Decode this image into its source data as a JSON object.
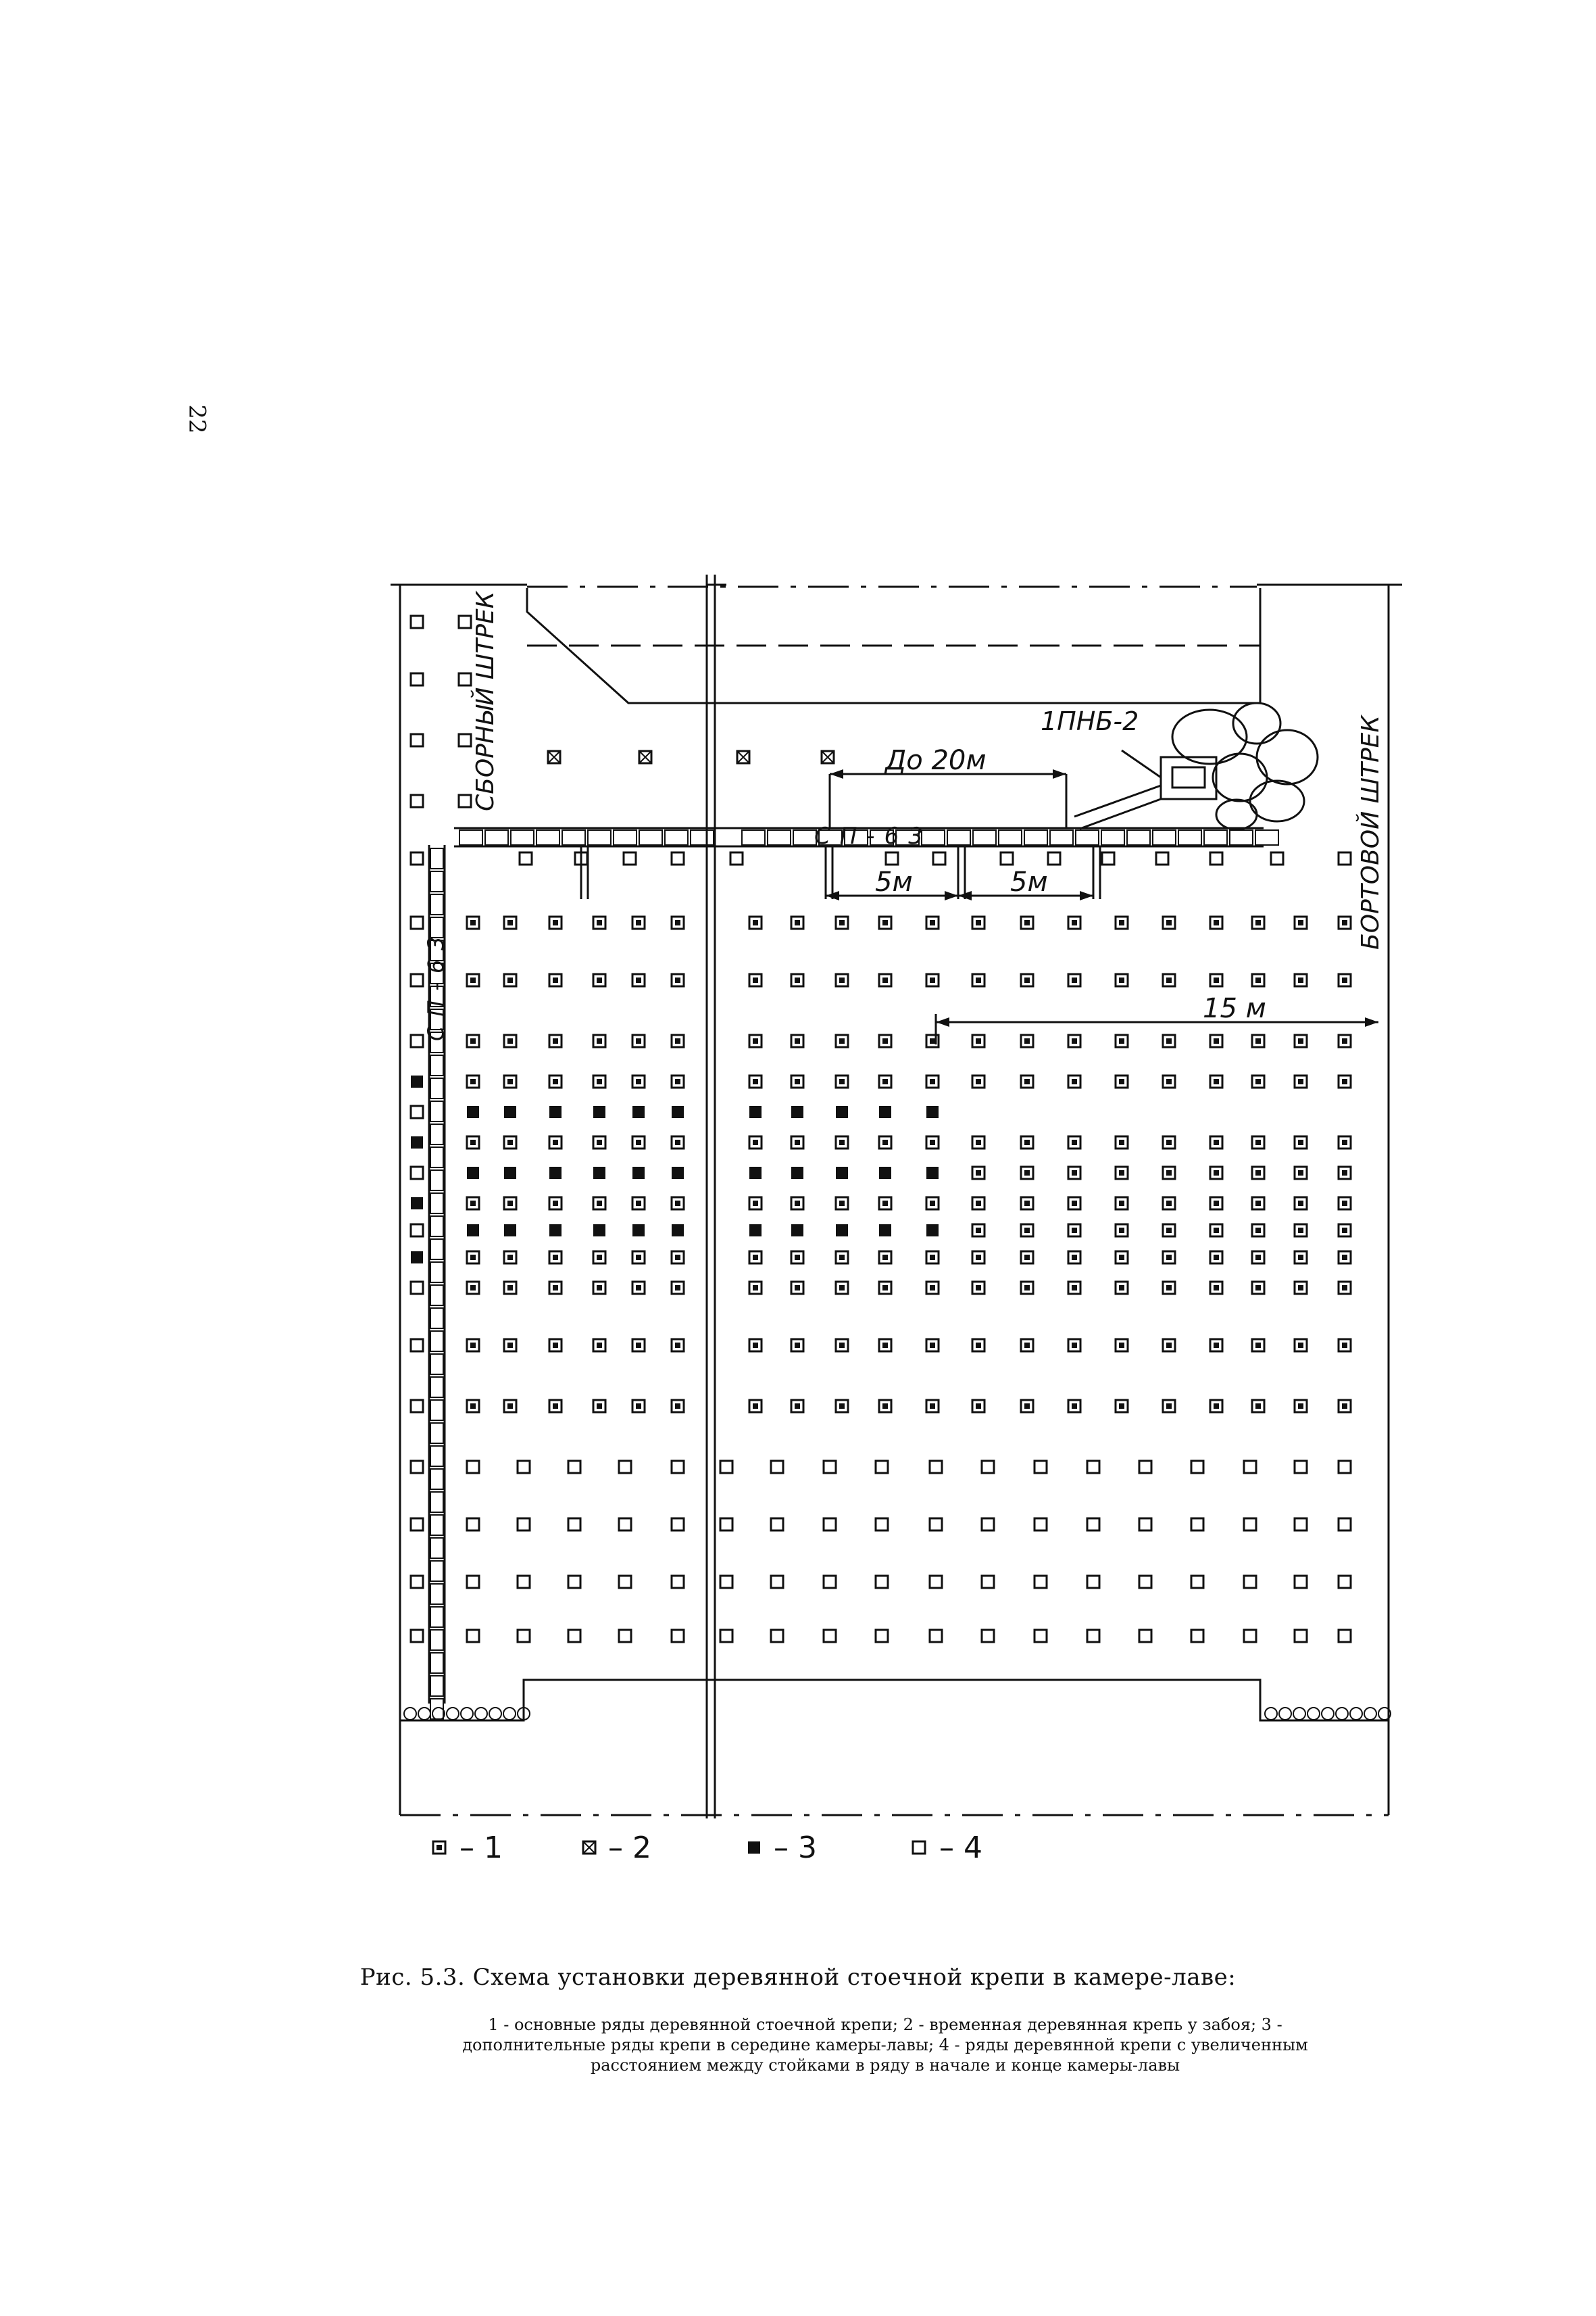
{
  "page_number": "22",
  "labels": {
    "collector_drift": "СБОРНЫЙ ШТРЕК",
    "side_drift": "БОРТОВОЙ ШТРЕК",
    "conveyor_top": "СП-63",
    "conveyor_left": "СП-63",
    "loader": "1ПНБ-2",
    "dim_upto_20m": "До 20м",
    "dim_5m_a": "5м",
    "dim_5m_b": "5м",
    "dim_15m": "15 м"
  },
  "legend": [
    {
      "symbol": "main-row-prop",
      "label": "– 1"
    },
    {
      "symbol": "temporary-prop",
      "label": "– 2"
    },
    {
      "symbol": "additional-prop",
      "label": "– 3"
    },
    {
      "symbol": "spaced-prop",
      "label": "– 4"
    }
  ],
  "caption": {
    "title": "Рис. 5.3. Схема установки деревянной стоечной крепи в камере-лаве:",
    "text": "1 - основные ряды деревянной стоечной крепи; 2 - временная деревянная крепь у забоя; 3 - дополнительные ряды крепи в середине камеры-лавы; 4 - ряды деревянной крепи с увеличенным расстоянием между стойками в ряду в начале и конце камеры-лавы"
  },
  "colors": {
    "ink": "#111111",
    "paper": "#ffffff"
  }
}
